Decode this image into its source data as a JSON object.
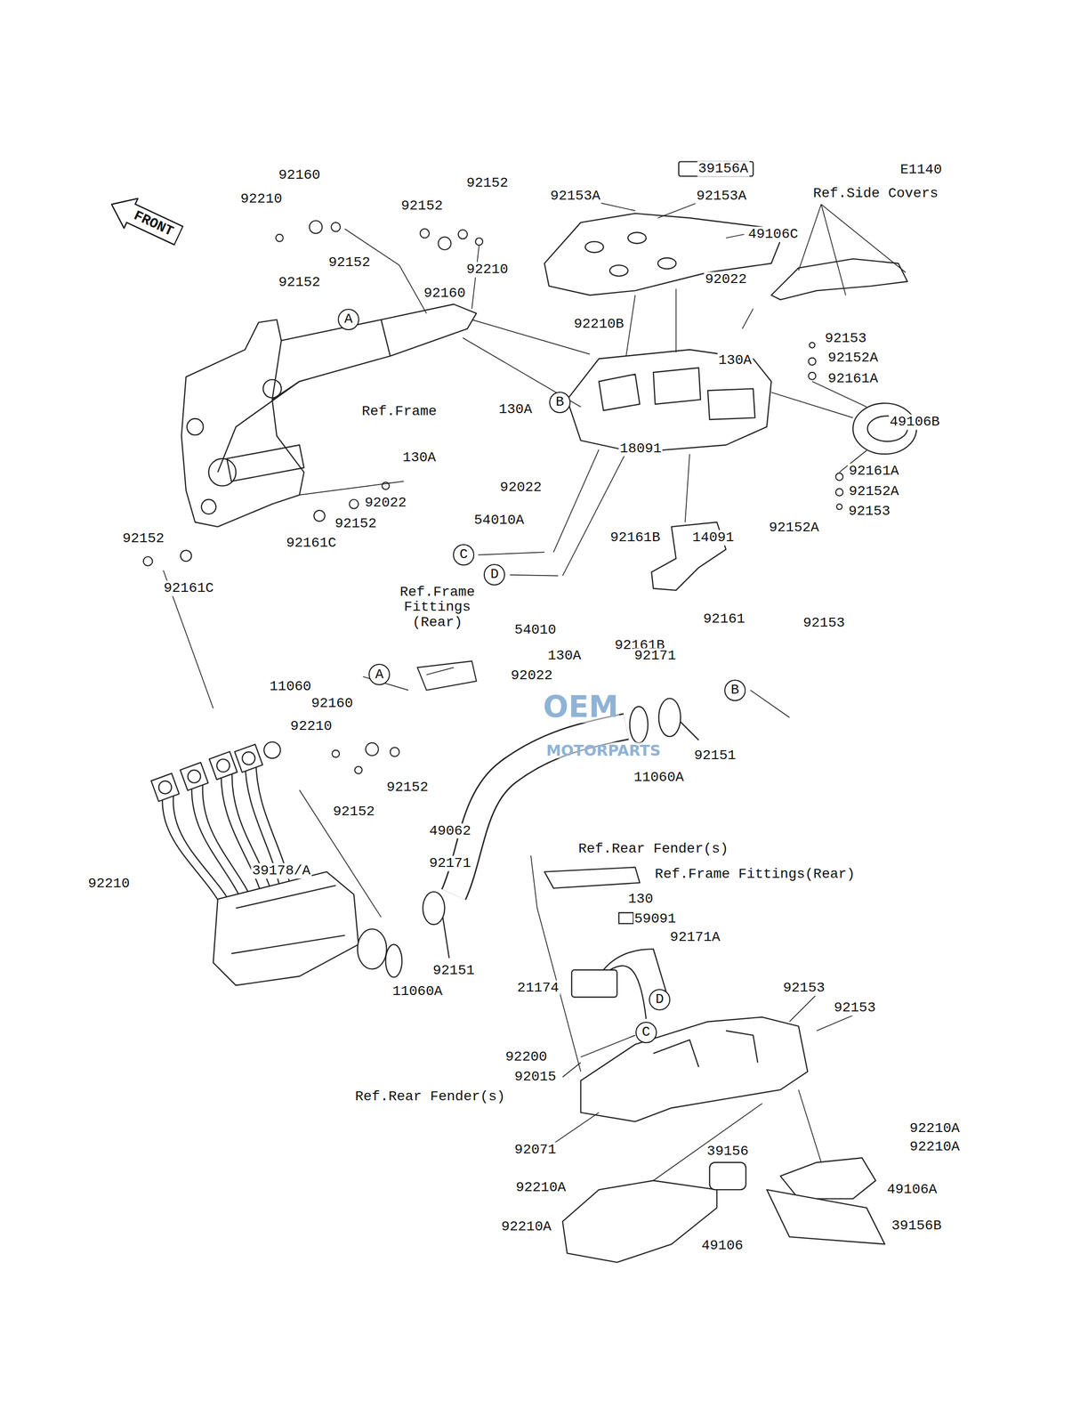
{
  "diagram": {
    "nodes": [
      {
        "text": [
          "FRONT"
        ]
      },
      {
        "text": [
          "A"
        ]
      },
      {
        "text": [
          "B"
        ]
      },
      {
        "text": [
          "C"
        ]
      },
      {
        "text": [
          "D"
        ]
      },
      {
        "text": [
          "A"
        ]
      },
      {
        "text": [
          "B"
        ]
      },
      {
        "text": [
          "D"
        ]
      },
      {
        "text": [
          "C"
        ]
      }
    ],
    "labels": [
      "E1140",
      "Ref.Side Covers",
      "39156A",
      "92153A",
      "92153A",
      "49106C",
      "92022",
      "130A",
      "92153",
      "92152A",
      "92161A",
      "49106B",
      "92161A",
      "92152A",
      "92153",
      "92210B",
      "18091",
      "130A",
      "92022",
      "14091",
      "92152A",
      "92161B",
      "92161B",
      "92161",
      "92153",
      "54010A",
      "54010",
      "92160",
      "92210",
      "92152",
      "92152",
      "92152",
      "92152",
      "92210",
      "92160",
      "Ref.Frame",
      "130A",
      "92022",
      "92152",
      "92161C",
      "92152",
      "92161C",
      "Ref.Frame Fittings (Rear)",
      "130A",
      "92022",
      "92171",
      "92151",
      "11060A",
      "11060",
      "92160",
      "92210",
      "92152",
      "92152",
      "92210",
      "39178/A",
      "49062",
      "92171",
      "92151",
      "11060A",
      "Ref.Rear Fender(s)",
      "Ref.Frame Fittings(Rear)",
      "130",
      "59091",
      "92171A",
      "21174",
      "92200",
      "92015",
      "92153",
      "92153",
      "Ref.Rear Fender(s)",
      "92071",
      "92210A",
      "92210A",
      "39156",
      "49106A",
      "39156B",
      "92210A",
      "92210A",
      "49106",
      "OEM",
      "MOTORPARTS"
    ]
  }
}
